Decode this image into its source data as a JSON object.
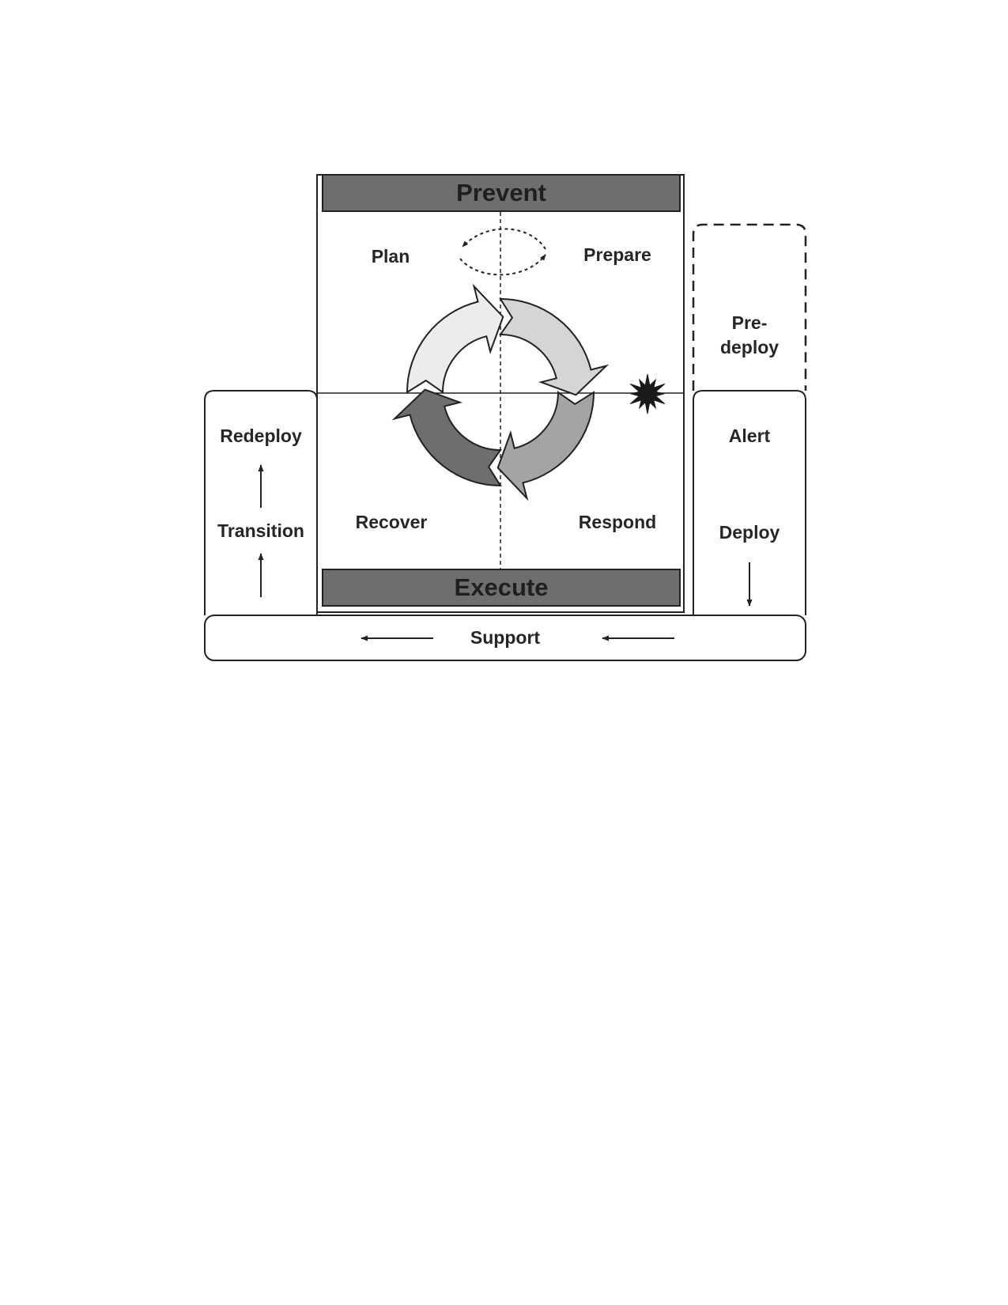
{
  "banners": {
    "top": "Prevent",
    "bottom": "Execute"
  },
  "phases": {
    "plan": "Plan",
    "prepare": "Prepare",
    "recover": "Recover",
    "respond": "Respond"
  },
  "left_column": {
    "redeploy": "Redeploy",
    "transition": "Transition"
  },
  "right_column": {
    "predeploy_line1": "Pre-",
    "predeploy_line2": "deploy",
    "alert": "Alert",
    "deploy": "Deploy"
  },
  "bottom_bar": {
    "support": "Support"
  },
  "colors": {
    "banner_fill": "#6e6e6e",
    "arrow_plan": "#ececec",
    "arrow_prepare": "#d6d5d6",
    "arrow_respond": "#a5a4a5",
    "arrow_recover": "#6f6e6f",
    "outline": "#222222"
  },
  "icons": {
    "event": "starburst-icon"
  }
}
